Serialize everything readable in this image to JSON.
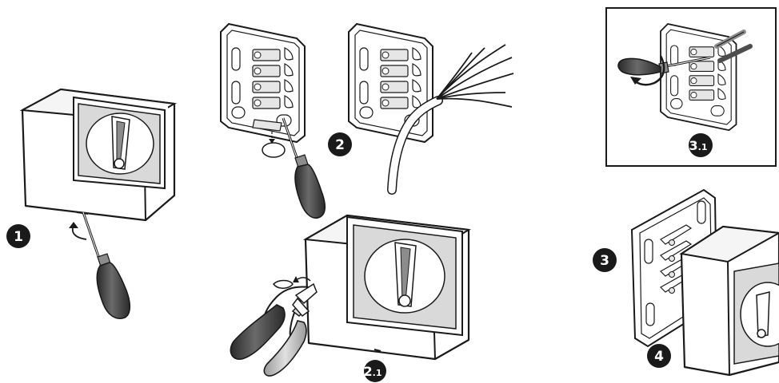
{
  "steps": {
    "s1": "1",
    "s2": "2",
    "s2_1": {
      "main": "2",
      "sub": ".1"
    },
    "s3": "3",
    "s3_1": {
      "main": "3",
      "sub": ".1"
    },
    "s4": "4"
  },
  "colors": {
    "ink": "#1a1a1a",
    "body": "#ffffff",
    "shade": "#d9d9d9",
    "dark_shade": "#8c8c8c",
    "badge": "#1a1a1a",
    "handle_fill": "#4d4d4d",
    "knob_fill": "#b3b3b3"
  },
  "icons": {
    "box": "surface-box-icon",
    "base": "mounting-base-icon",
    "screwdriver": "screwdriver-icon",
    "pliers": "pliers-icon",
    "cable": "cable-icon"
  }
}
